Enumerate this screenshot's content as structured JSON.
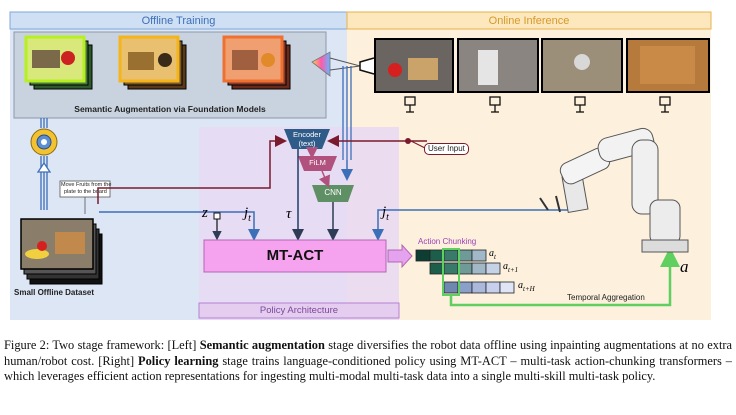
{
  "panels": {
    "offline_training": "Offline Training",
    "online_inference": "Online Inference",
    "semantic_augmentation": "Semantic Augmentation via Foundation Models",
    "policy_architecture": "Policy Architecture"
  },
  "blocks": {
    "encoder_line1": "Encoder",
    "encoder_line2": "(text)",
    "film": "FiLM",
    "cnn": "CNN",
    "mt_act": "MT-ACT",
    "user_input": "User Input",
    "small_dataset": "Small Offline Dataset",
    "note_line1": "Move Fruits from the",
    "note_line2": "plate to the board",
    "action_chunking": "Action Chunking",
    "temporal_aggregation": "Temporal Aggregation"
  },
  "symbols": {
    "z": "z",
    "j_t_left": "j",
    "j_t_left_sub": "t",
    "tau": "τ",
    "j_t_right": "j",
    "j_t_right_sub": "t",
    "a_t": "a",
    "a_t_sub": "t",
    "a_t1": "a",
    "a_t1_sub": "t+1",
    "a_tH": "a",
    "a_tH_sub": "t+H",
    "a_out": "a"
  },
  "caption": {
    "prefix": "Figure 2: Two stage framework: [Left] ",
    "bold1": "Semantic augmentation",
    "mid1": " stage diversifies the robot data offline using inpainting augmentations at no extra human/robot cost. [Right] ",
    "bold2": "Policy learning",
    "mid2": " stage trains language-conditioned policy using MT-ACT – multi-task action-chunking transformers – which leverages efficient action representations for ingesting multi-modal multi-task data into a single multi-skill multi-task policy."
  },
  "colors": {
    "offline_bg": "#dce6f5",
    "online_bg": "#fdf1dd",
    "policy_bg": "#e8d9f2",
    "mt_act": "#f6a3ef",
    "encoder": "#2e5b88",
    "film": "#b0527d",
    "cnn": "#5f8f65",
    "arrow_blue": "#3d6fb8",
    "arrow_dark_red": "#7a1a2e",
    "green_agg": "#5fd05f"
  }
}
